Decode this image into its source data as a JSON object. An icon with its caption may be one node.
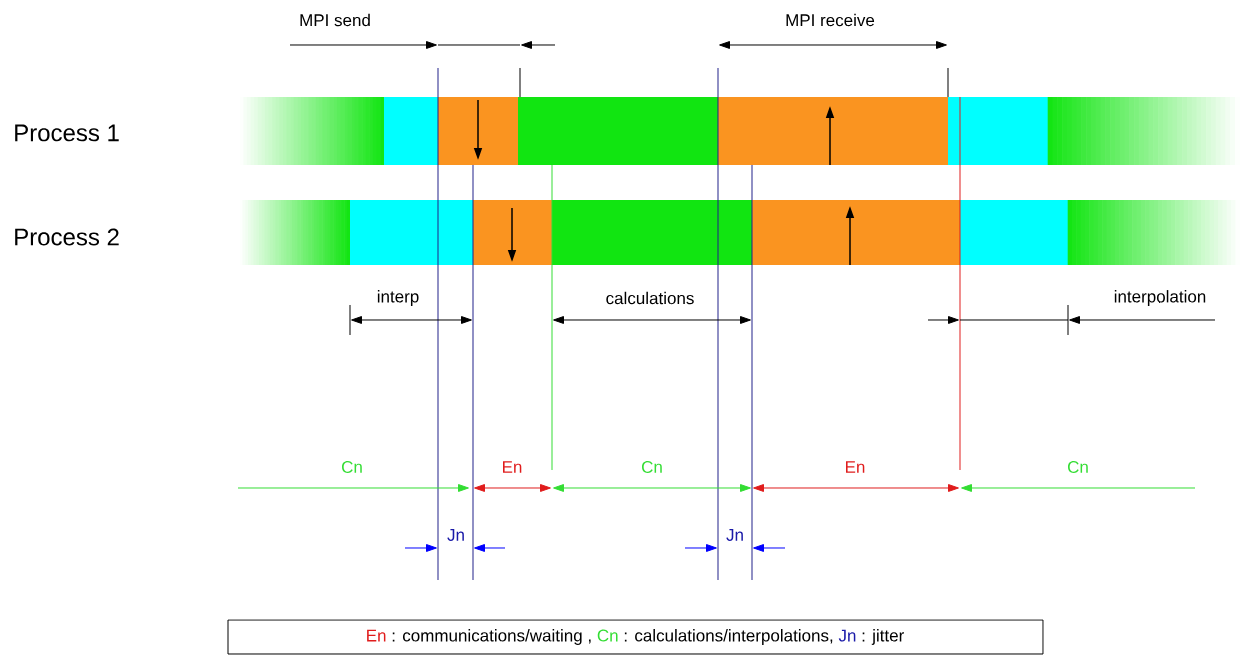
{
  "diagram": {
    "labels": [
      "MPI send",
      "MPI receive",
      "Process 1",
      "Process 2",
      "interp",
      "calculations",
      "interpolation",
      "Cn",
      "En",
      "Cn",
      "En",
      "Cn",
      "Jn",
      "Jn",
      "En",
      ": communications/waiting ,",
      "Cn",
      ": calculations/interpolations,",
      "Jn",
      ": jitter"
    ]
  }
}
